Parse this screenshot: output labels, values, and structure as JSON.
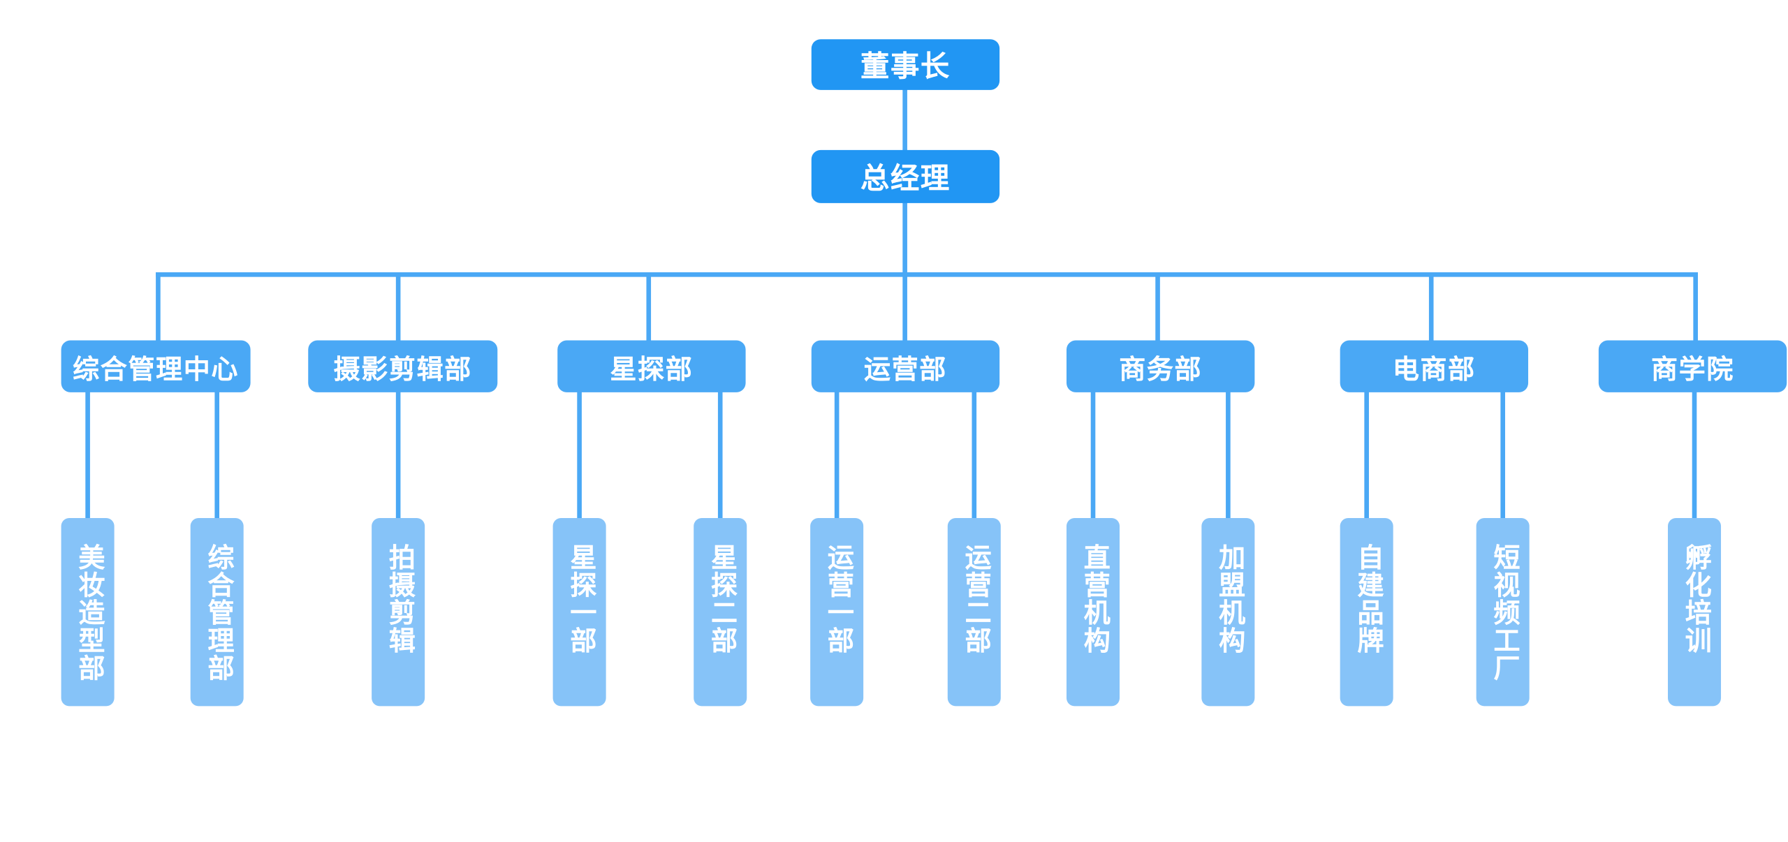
{
  "colors": {
    "line": "#4aa8f5",
    "top": "#2196f3",
    "dept": "#4aa8f5",
    "sub": "#86c3f8",
    "text": "#ffffff"
  },
  "chairman": "董事长",
  "gm": "总经理",
  "departments": [
    {
      "name": "综合管理中心",
      "subs": [
        "美妆造型部",
        "综合管理部"
      ]
    },
    {
      "name": "摄影剪辑部",
      "subs": [
        "拍摄剪辑"
      ]
    },
    {
      "name": "星探部",
      "subs": [
        "星探一部",
        "星探二部"
      ]
    },
    {
      "name": "运营部",
      "subs": [
        "运营一部",
        "运营二部"
      ]
    },
    {
      "name": "商务部",
      "subs": [
        "直营机构",
        "加盟机构"
      ]
    },
    {
      "name": "电商部",
      "subs": [
        "自建品牌",
        "短视频工厂"
      ]
    },
    {
      "name": "商学院",
      "subs": [
        "孵化培训"
      ]
    }
  ]
}
